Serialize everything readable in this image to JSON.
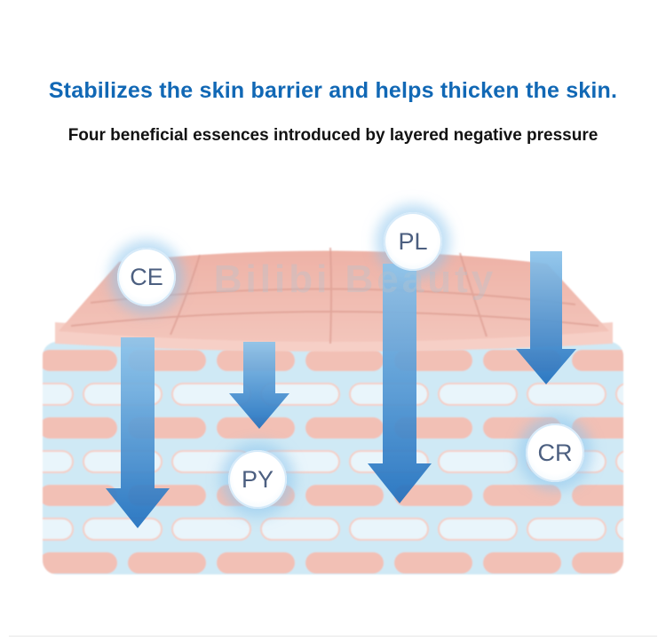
{
  "page": {
    "title": "Stabilizes the skin barrier and helps thicken the skin.",
    "subtitle": "Four beneficial essences introduced by layered negative pressure",
    "watermark": "Bilibi Beauty"
  },
  "diagram": {
    "description": "Cross-section of skin layers with four essences drawn downward by negative pressure",
    "labels": [
      {
        "id": "ce",
        "text": "CE"
      },
      {
        "id": "pl",
        "text": "PL"
      },
      {
        "id": "py",
        "text": "PY"
      },
      {
        "id": "cr",
        "text": "CR"
      }
    ],
    "arrow_count": "4"
  },
  "colors": {
    "title_blue": "#1168b5",
    "subtitle_black": "#121212",
    "arrow_blue_light": "#8cc3ea",
    "arrow_blue_dark": "#1f6fbe",
    "skin_pink": "#eeb2a6",
    "skin_pink_light": "#f6cfc6",
    "layer_blue": "#cfe9f5",
    "brick_pink": "#f2c0b5",
    "brick_blue": "#e9f5fb",
    "label_text": "#4c5f80"
  }
}
